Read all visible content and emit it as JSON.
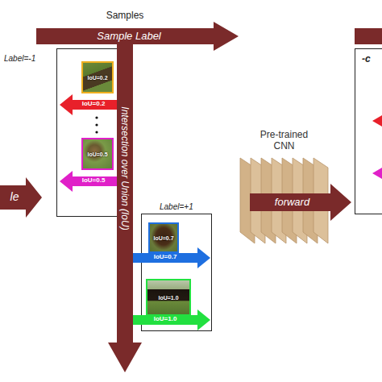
{
  "diagram": {
    "nodes": [
      {
        "text": [
          "Label=-1"
        ]
      },
      {
        "text": [
          "IoU=0.2"
        ],
        "in": 0
      },
      {
        "text": [
          "IoU=0.5"
        ],
        "in": 0
      },
      {
        "text": [
          "Label=+1"
        ]
      },
      {
        "text": [
          "IoU=0.7"
        ],
        "in": 3
      },
      {
        "text": [
          "IoU=1.0"
        ],
        "in": 3
      },
      {
        "text": [
          "Pre-trained CNN"
        ]
      },
      {
        "text": [
          "-c"
        ]
      }
    ],
    "labels": [
      "Samples",
      "Sample Label",
      "Intersection over Union (IoU)",
      "IoU=0.2",
      "IoU=0.5",
      "IoU=0.7",
      "IoU=1.0",
      "le",
      "forward"
    ]
  }
}
